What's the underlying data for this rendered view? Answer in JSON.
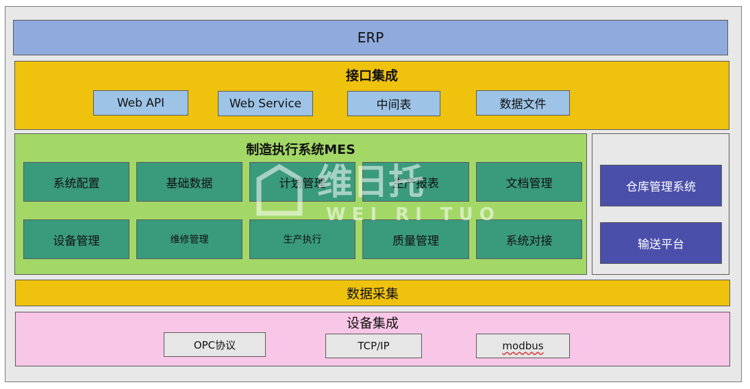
{
  "erp": {
    "label": "ERP"
  },
  "interface_integration": {
    "title": "接口集成",
    "items": [
      "Web API",
      "Web Service",
      "中间表",
      "数据文件"
    ]
  },
  "mes": {
    "title": "制造执行系统MES",
    "modules": [
      "系统配置",
      "基础数据",
      "计划管理",
      "生产报表",
      "文档管理",
      "设备管理",
      "维修管理",
      "生产执行",
      "质量管理",
      "系统对接"
    ]
  },
  "side_systems": [
    "仓库管理系统",
    "输送平台"
  ],
  "data_collection": {
    "label": "数据采集"
  },
  "device_integration": {
    "title": "设备集成",
    "items": [
      "OPC协议",
      "TCP/IP",
      "modbus"
    ]
  },
  "watermark": {
    "brand": "维日托",
    "latin": "WEI RI TUO"
  }
}
